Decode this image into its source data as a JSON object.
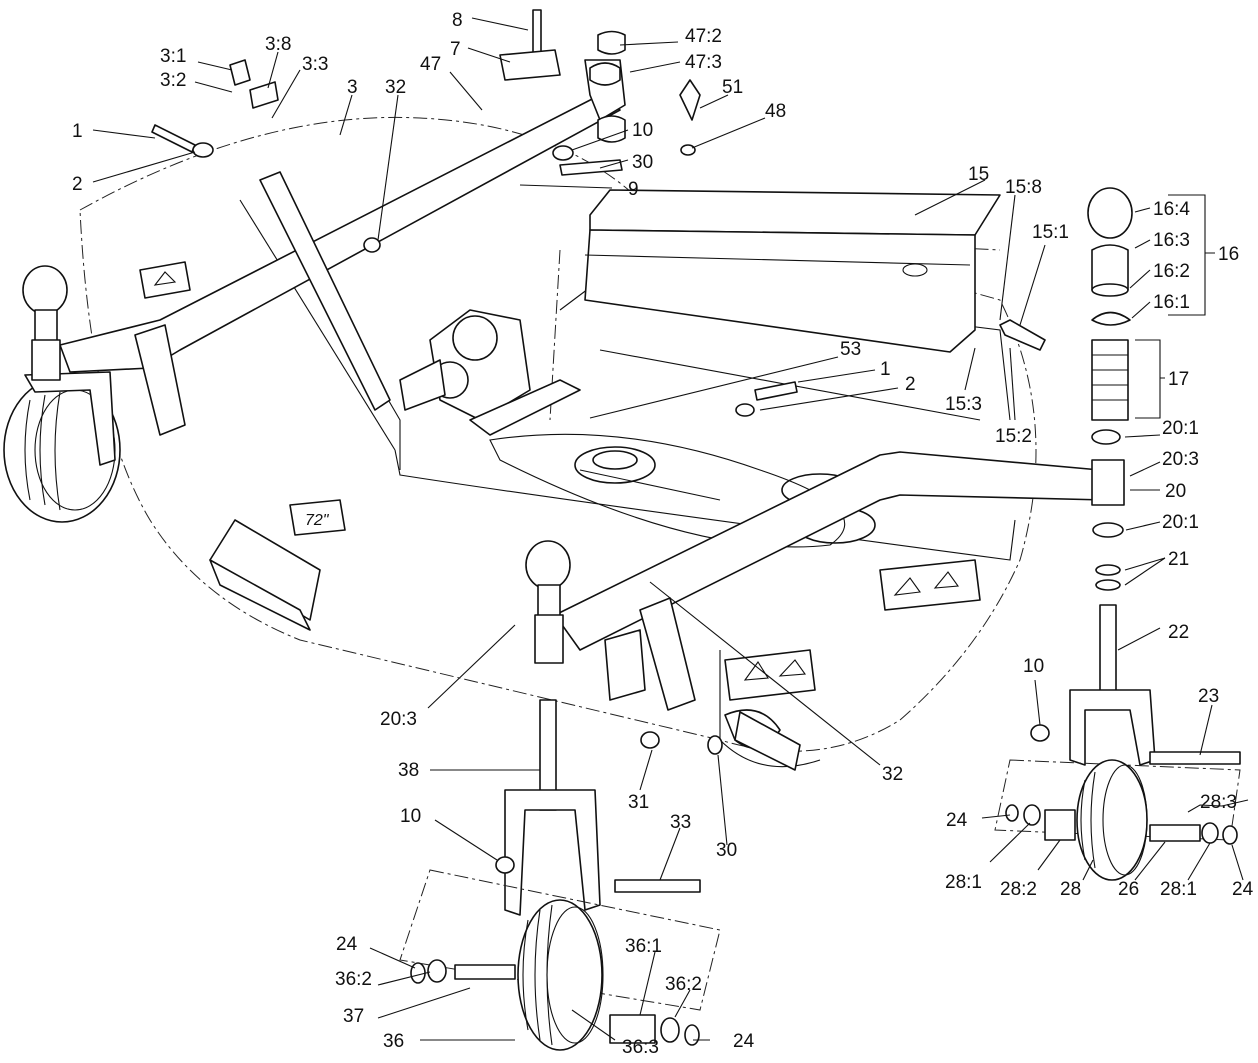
{
  "diagram": {
    "type": "exploded-parts-view",
    "decal_text": "72\"",
    "callouts": [
      {
        "id": "c-8",
        "text": "8"
      },
      {
        "id": "c-47-2",
        "text": "47:2"
      },
      {
        "id": "c-7",
        "text": "7"
      },
      {
        "id": "c-47-3",
        "text": "47:3"
      },
      {
        "id": "c-3-1",
        "text": "3:1"
      },
      {
        "id": "c-3-8",
        "text": "3:8"
      },
      {
        "id": "c-3-2",
        "text": "3:2"
      },
      {
        "id": "c-3-3",
        "text": "3:3"
      },
      {
        "id": "c-47",
        "text": "47"
      },
      {
        "id": "c-51",
        "text": "51"
      },
      {
        "id": "c-3",
        "text": "3"
      },
      {
        "id": "c-32-top",
        "text": "32"
      },
      {
        "id": "c-48",
        "text": "48"
      },
      {
        "id": "c-1-left",
        "text": "1"
      },
      {
        "id": "c-10-top",
        "text": "10"
      },
      {
        "id": "c-2-left",
        "text": "2"
      },
      {
        "id": "c-30-top",
        "text": "30"
      },
      {
        "id": "c-9",
        "text": "9"
      },
      {
        "id": "c-15",
        "text": "15"
      },
      {
        "id": "c-15-8",
        "text": "15:8"
      },
      {
        "id": "c-15-1",
        "text": "15:1"
      },
      {
        "id": "c-16-4",
        "text": "16:4"
      },
      {
        "id": "c-16-3",
        "text": "16:3"
      },
      {
        "id": "c-16",
        "text": "16"
      },
      {
        "id": "c-16-2",
        "text": "16:2"
      },
      {
        "id": "c-16-1",
        "text": "16:1"
      },
      {
        "id": "c-53",
        "text": "53"
      },
      {
        "id": "c-1-mid",
        "text": "1"
      },
      {
        "id": "c-2-mid",
        "text": "2"
      },
      {
        "id": "c-17",
        "text": "17"
      },
      {
        "id": "c-15-3",
        "text": "15:3"
      },
      {
        "id": "c-15-2",
        "text": "15:2"
      },
      {
        "id": "c-20-1-top",
        "text": "20:1"
      },
      {
        "id": "c-20-3-right",
        "text": "20:3"
      },
      {
        "id": "c-20",
        "text": "20"
      },
      {
        "id": "c-20-1-bot",
        "text": "20:1"
      },
      {
        "id": "c-21",
        "text": "21"
      },
      {
        "id": "c-22",
        "text": "22"
      },
      {
        "id": "c-10-right",
        "text": "10"
      },
      {
        "id": "c-23",
        "text": "23"
      },
      {
        "id": "c-20-3-left",
        "text": "20:3"
      },
      {
        "id": "c-32-bot",
        "text": "32"
      },
      {
        "id": "c-38",
        "text": "38"
      },
      {
        "id": "c-31",
        "text": "31"
      },
      {
        "id": "c-28-3",
        "text": "28:3"
      },
      {
        "id": "c-24-right-a",
        "text": "24"
      },
      {
        "id": "c-10-bot",
        "text": "10"
      },
      {
        "id": "c-33",
        "text": "33"
      },
      {
        "id": "c-30-bot",
        "text": "30"
      },
      {
        "id": "c-28-1-a",
        "text": "28:1"
      },
      {
        "id": "c-28-2",
        "text": "28:2"
      },
      {
        "id": "c-28",
        "text": "28"
      },
      {
        "id": "c-26",
        "text": "26"
      },
      {
        "id": "c-28-1-b",
        "text": "28:1"
      },
      {
        "id": "c-24-right-b",
        "text": "24"
      },
      {
        "id": "c-36-1",
        "text": "36:1"
      },
      {
        "id": "c-24-left",
        "text": "24"
      },
      {
        "id": "c-36-2-left",
        "text": "36:2"
      },
      {
        "id": "c-36-2-right",
        "text": "36:2"
      },
      {
        "id": "c-37",
        "text": "37"
      },
      {
        "id": "c-36",
        "text": "36"
      },
      {
        "id": "c-24-bot",
        "text": "24"
      },
      {
        "id": "c-36-3",
        "text": "36:3"
      }
    ]
  }
}
